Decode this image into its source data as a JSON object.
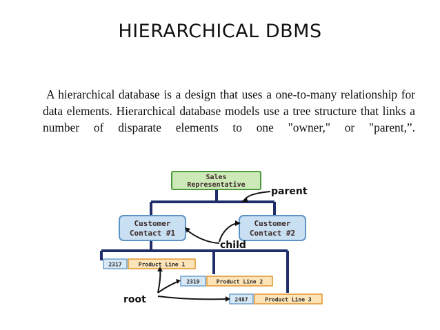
{
  "slide": {
    "title": "HIERARCHICAL DBMS",
    "body": "A hierarchical database is a design that uses a one-to-many relationship for data elements. Hierarchical database models use a tree structure that links a number of disparate elements to one \"owner,\" or \"parent,”."
  },
  "diagram": {
    "root_node": {
      "line1": "Sales",
      "line2": "Representative"
    },
    "contact_1": {
      "line1": "Customer",
      "line2": "Contact #1"
    },
    "contact_2": {
      "line1": "Customer",
      "line2": "Contact #2"
    },
    "products": [
      {
        "id": "2317",
        "name": "Product Line 1"
      },
      {
        "id": "2319",
        "name": "Product Line 2"
      },
      {
        "id": "2487",
        "name": "Product Line 3"
      }
    ],
    "labels": {
      "parent": "parent",
      "child": "child",
      "root": "root"
    },
    "colors": {
      "connector": "#1f2d6b",
      "root_fill": "#cde9b8",
      "root_stroke": "#4a9a3a",
      "contact_fill": "#c9dff2",
      "contact_stroke": "#5c94c8",
      "id_fill": "#d7e8f6",
      "id_stroke": "#6fa0cc",
      "product_fill": "#fde4b8",
      "product_stroke": "#e0952c"
    }
  }
}
